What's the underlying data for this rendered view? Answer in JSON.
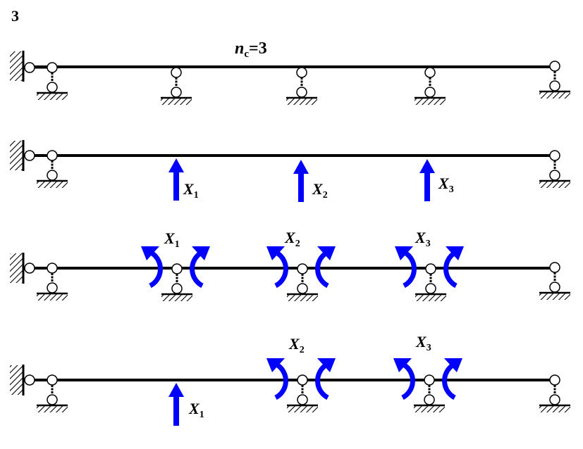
{
  "figure_number": "3",
  "degree_label": {
    "symbol": "n",
    "subscript": "c",
    "value": "=3"
  },
  "force_labels": [
    {
      "symbol": "X",
      "subscript": "1"
    },
    {
      "symbol": "X",
      "subscript": "2"
    },
    {
      "symbol": "X",
      "subscript": "3"
    }
  ],
  "colors": {
    "structure": "#000000",
    "redundant": "#0000ff",
    "background": "#ffffff"
  }
}
